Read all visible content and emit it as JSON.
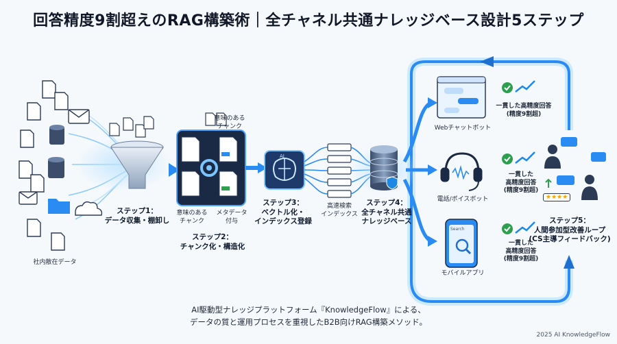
{
  "title": "回答精度9割超えのRAG構築術｜全チャネル共通ナレッジベース設計5ステップ",
  "labels": {
    "source": "社内散在データ",
    "step1": [
      "ステップ1：",
      "データ収集・棚卸し"
    ],
    "chunk_top": [
      "意味のある",
      "チャンク"
    ],
    "chunk_left": [
      "意味のある",
      "チャンク"
    ],
    "metadata": [
      "メタデータ",
      "付与"
    ],
    "step2": [
      "ステップ2：",
      "チャンク化・構造化"
    ],
    "step3": [
      "ステップ3：",
      "ベクトル化・",
      "インデックス登録"
    ],
    "index": [
      "高速検索",
      "インデックス"
    ],
    "step4": [
      "ステップ4：",
      "全チャネル共通",
      "ナレッジベース"
    ],
    "web": "Webチャットボット",
    "phone": "電話/ボイスボット",
    "mobile": "モバイルアプリ",
    "ans_web": [
      "一貫した高精度回答",
      "(精度9割超)"
    ],
    "ans_phone": [
      "一貫した",
      "高精度回答",
      "(精度9割超)"
    ],
    "ans_mobile": [
      "一貫した",
      "高精度回答",
      "(精度9割超)"
    ],
    "step5": [
      "ステップ5：",
      "人間参加型改善ループ",
      "(CS主導フィードバック)"
    ],
    "search_placeholder": "Search",
    "ai_chip": "AI",
    "rating": "★★★★"
  },
  "footer": [
    "AI駆動型ナレッジプラットフォーム『KnowledgeFlow』による、",
    "データの質と運用プロセスを重視したB2B向けRAG構築メソッド。"
  ],
  "copyright": "2025 AI KnowledgeFlow",
  "colors": {
    "accent": "#1e88e5",
    "glow": "#7cc4ff",
    "green": "#2e9e4f",
    "dark": "#1b2a44",
    "chip": "#1e3a6b"
  }
}
